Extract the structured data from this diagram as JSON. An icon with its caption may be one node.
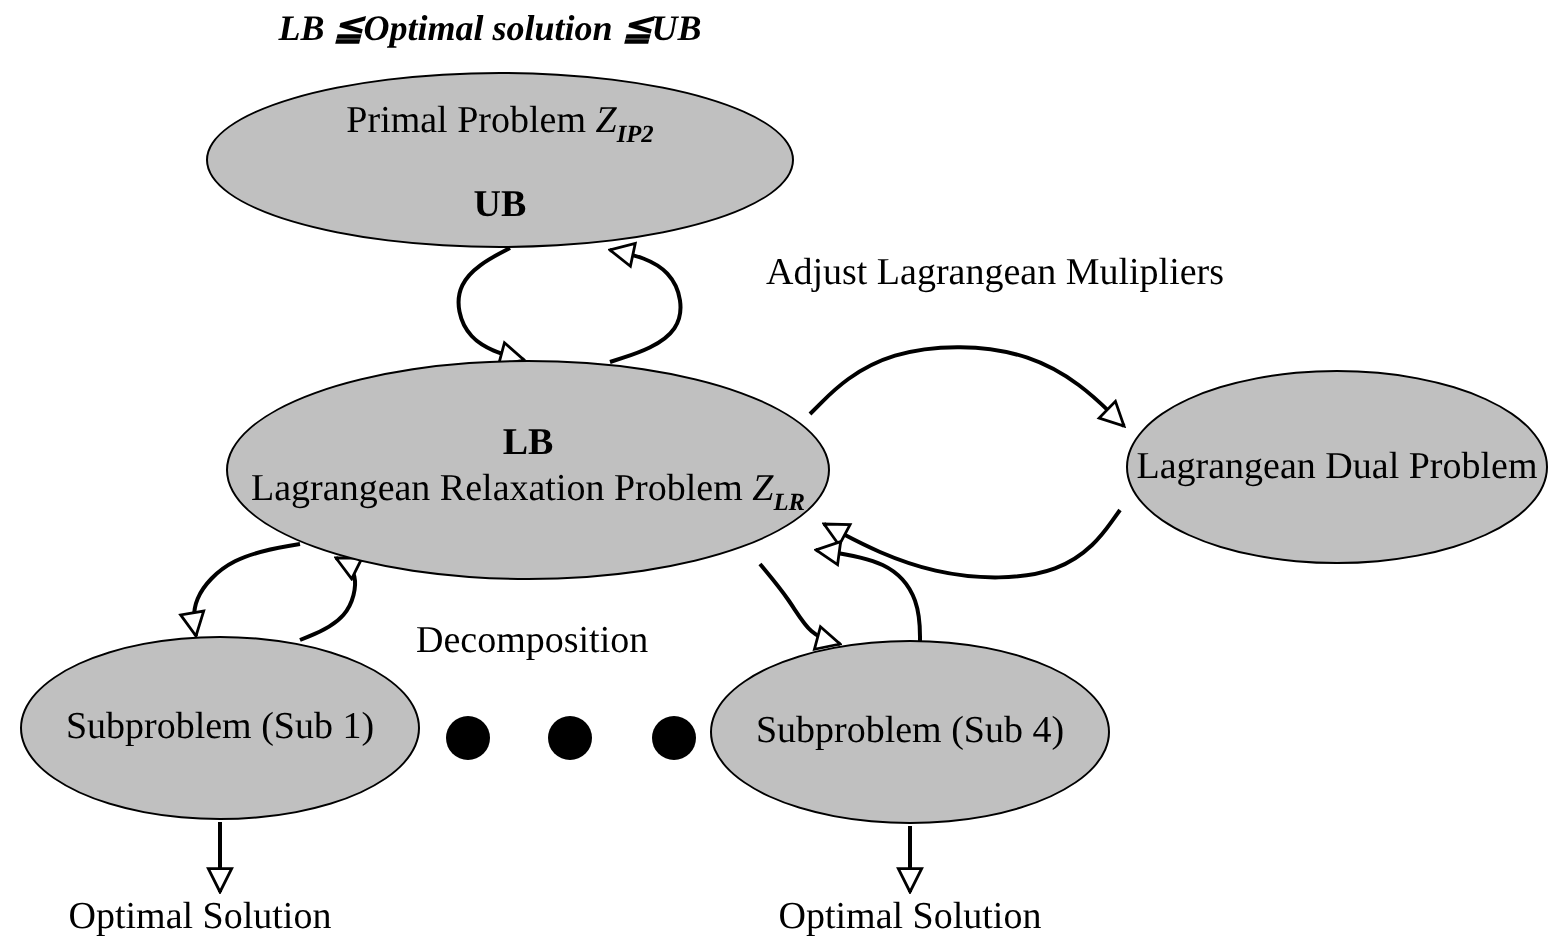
{
  "diagram": {
    "title": "LB ≦Optimal solution ≦UB",
    "nodes": [
      {
        "text": [
          "Primal Problem *Z*$_{IP2}$",
          "UB"
        ]
      },
      {
        "text": [
          "LB",
          "Lagrangean Relaxation Problem *Z*$_{LR}$"
        ]
      },
      {
        "text": [
          "Lagrangean Dual Problem"
        ]
      },
      {
        "text": [
          "Subproblem (Sub 1)"
        ]
      },
      {
        "text": [
          "Subproblem (Sub 4)"
        ]
      },
      {
        "text": [
          "Optimal Solution"
        ]
      },
      {
        "text": [
          "Optimal Solution"
        ]
      }
    ],
    "edges": [
      {
        "from": 0,
        "to": 1,
        "arrow": "to"
      },
      {
        "from": 1,
        "to": 0,
        "arrow": "to"
      },
      {
        "from": 1,
        "to": 2,
        "arrow": "to"
      },
      {
        "from": 2,
        "to": 1,
        "arrow": "to"
      },
      {
        "from": 1,
        "to": 3,
        "arrow": "to"
      },
      {
        "from": 3,
        "to": 1,
        "arrow": "to"
      },
      {
        "from": 1,
        "to": 4,
        "arrow": "to"
      },
      {
        "from": 4,
        "to": 1,
        "arrow": "to"
      },
      {
        "from": 3,
        "to": 5,
        "arrow": "to"
      },
      {
        "from": 4,
        "to": 6,
        "arrow": "to"
      }
    ],
    "labels": [
      "Adjust Lagrangean Mulipliers",
      "Decomposition"
    ]
  }
}
